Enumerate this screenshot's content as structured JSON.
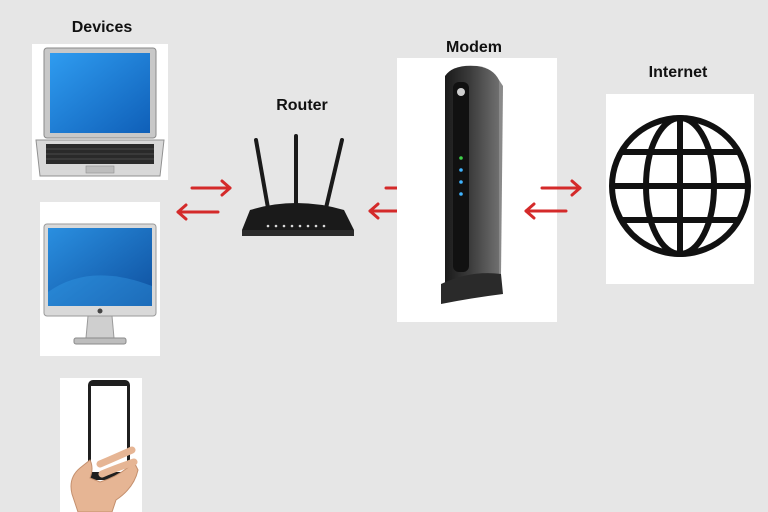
{
  "labels": {
    "devices": "Devices",
    "router": "Router",
    "modem": "Modem",
    "internet": "Internet"
  },
  "colors": {
    "background": "#e6e6e6",
    "arrow": "#d42a2a",
    "screen_blue": "#1e88d8",
    "device_dark": "#1a1a1a"
  },
  "icons": [
    "laptop-icon",
    "desktop-monitor-icon",
    "smartphone-in-hand-icon",
    "wifi-router-icon",
    "cable-modem-icon",
    "globe-icon",
    "bidirectional-arrow-icon"
  ]
}
